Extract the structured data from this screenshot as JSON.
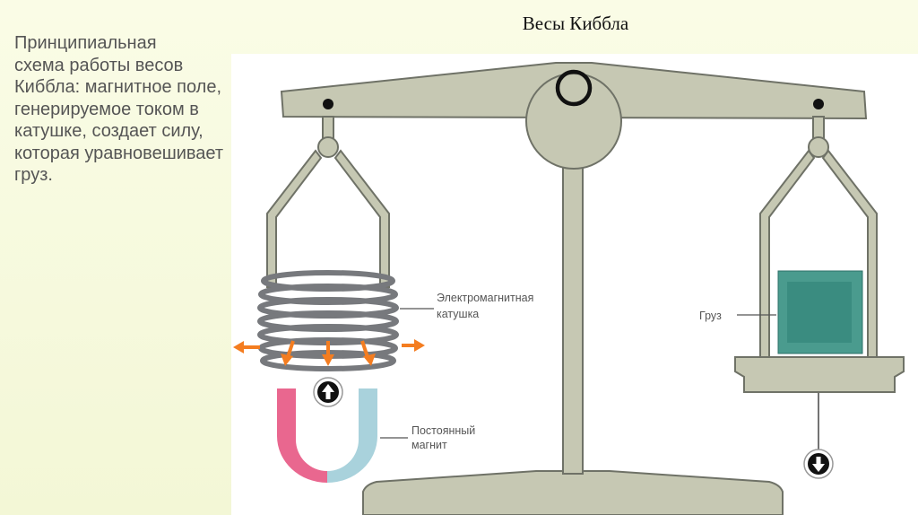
{
  "title": "Весы Киббла",
  "caption": "Принципиальная\nсхема работы весов\nКиббла: магнитное поле,\nгенерируемое током в\nкатушке, создает силу,\nкоторая уравновешивает\nгруз.",
  "labels": {
    "coil_line1": "Электромагнитная",
    "coil_line2": "катушка",
    "weight": "Груз",
    "magnet_line1": "Постоянный",
    "magnet_line2": "магнит"
  },
  "icons": {
    "up_arrow": "arrow-up-icon",
    "down_arrow": "arrow-down-icon",
    "force_arrows": "force-arrow-icon"
  },
  "colors": {
    "frame": "#c6c8b3",
    "frame_outline": "#6f7267",
    "coil": "#77797d",
    "force_arrow": "#f47d20",
    "magnet_north": "#e9678f",
    "magnet_south": "#a9d2dc",
    "weight_outer": "#4a9b8e",
    "weight_inner": "#3a8c80"
  }
}
